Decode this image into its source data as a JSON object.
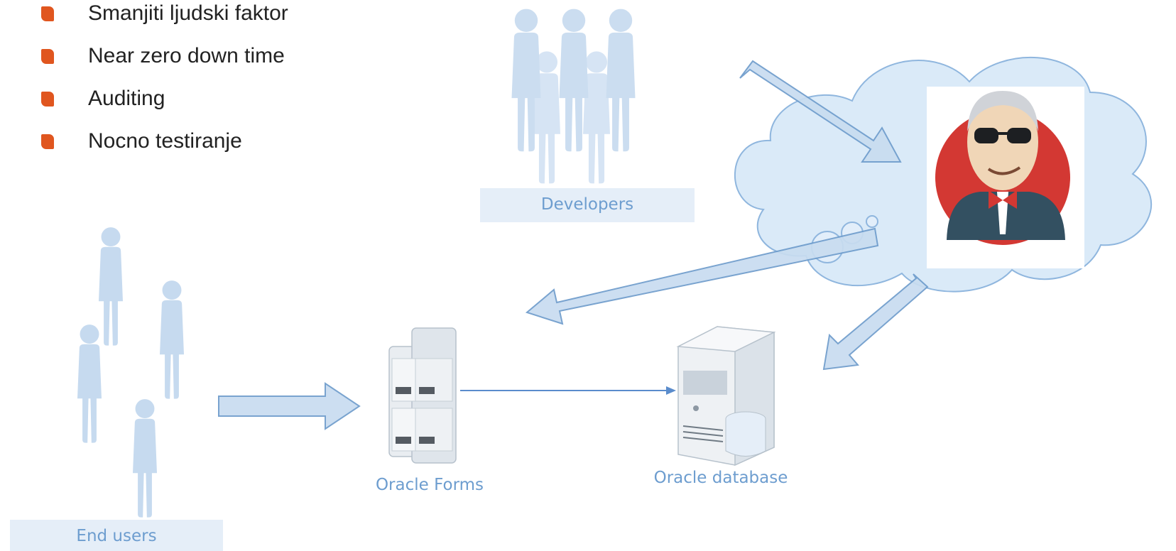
{
  "bullets": [
    "Smanjiti ljudski faktor",
    "Near zero down time",
    "Auditing",
    "Nocno testiranje"
  ],
  "labels": {
    "developers": "Developers",
    "end_users": "End users",
    "oracle_forms": "Oracle Forms",
    "oracle_database": "Oracle database"
  },
  "colors": {
    "bullet": "#e0561f",
    "label": "#6d9dcf",
    "arrow_fill": "#c8dcf0",
    "arrow_stroke": "#6e9ccc",
    "cloud_fill": "#daeaf8",
    "person": "#c6daef",
    "jenkins_red": "#d33833"
  }
}
